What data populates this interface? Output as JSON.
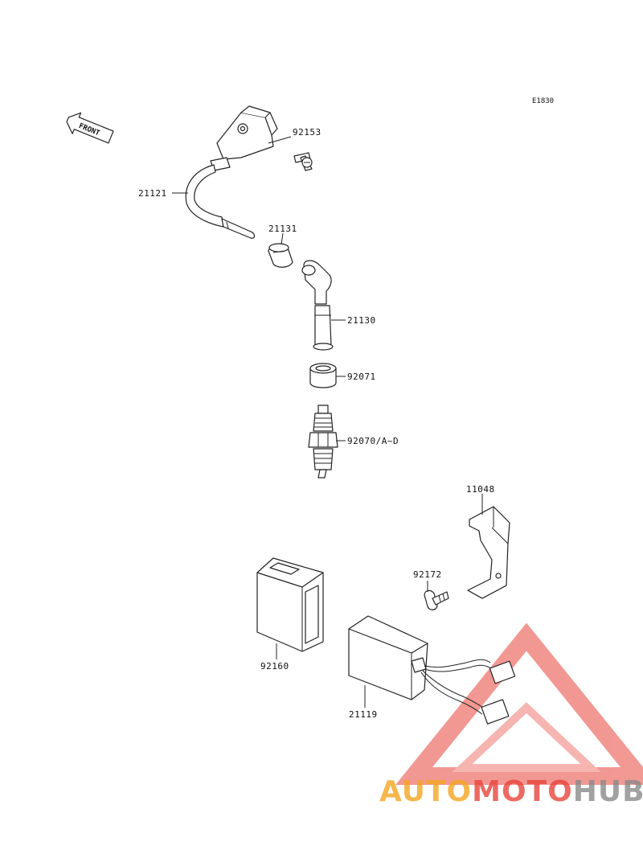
{
  "diagram_code": "E1830",
  "front_label": "FRONT",
  "parts": [
    {
      "id": "p-92153",
      "label": "92153"
    },
    {
      "id": "p-21121",
      "label": "21121"
    },
    {
      "id": "p-21131",
      "label": "21131"
    },
    {
      "id": "p-21130",
      "label": "21130"
    },
    {
      "id": "p-92071",
      "label": "92071"
    },
    {
      "id": "p-92070",
      "label": "92070/A~D"
    },
    {
      "id": "p-11048",
      "label": "11048"
    },
    {
      "id": "p-92172",
      "label": "92172"
    },
    {
      "id": "p-92160",
      "label": "92160"
    },
    {
      "id": "p-21119",
      "label": "21119"
    }
  ],
  "watermark": {
    "part1": "AUTO",
    "part2": "MOTO",
    "part3": "HUB",
    "color_orange": "#f5a623",
    "color_red": "#e8453c",
    "color_grey": "#8a8a8a"
  }
}
